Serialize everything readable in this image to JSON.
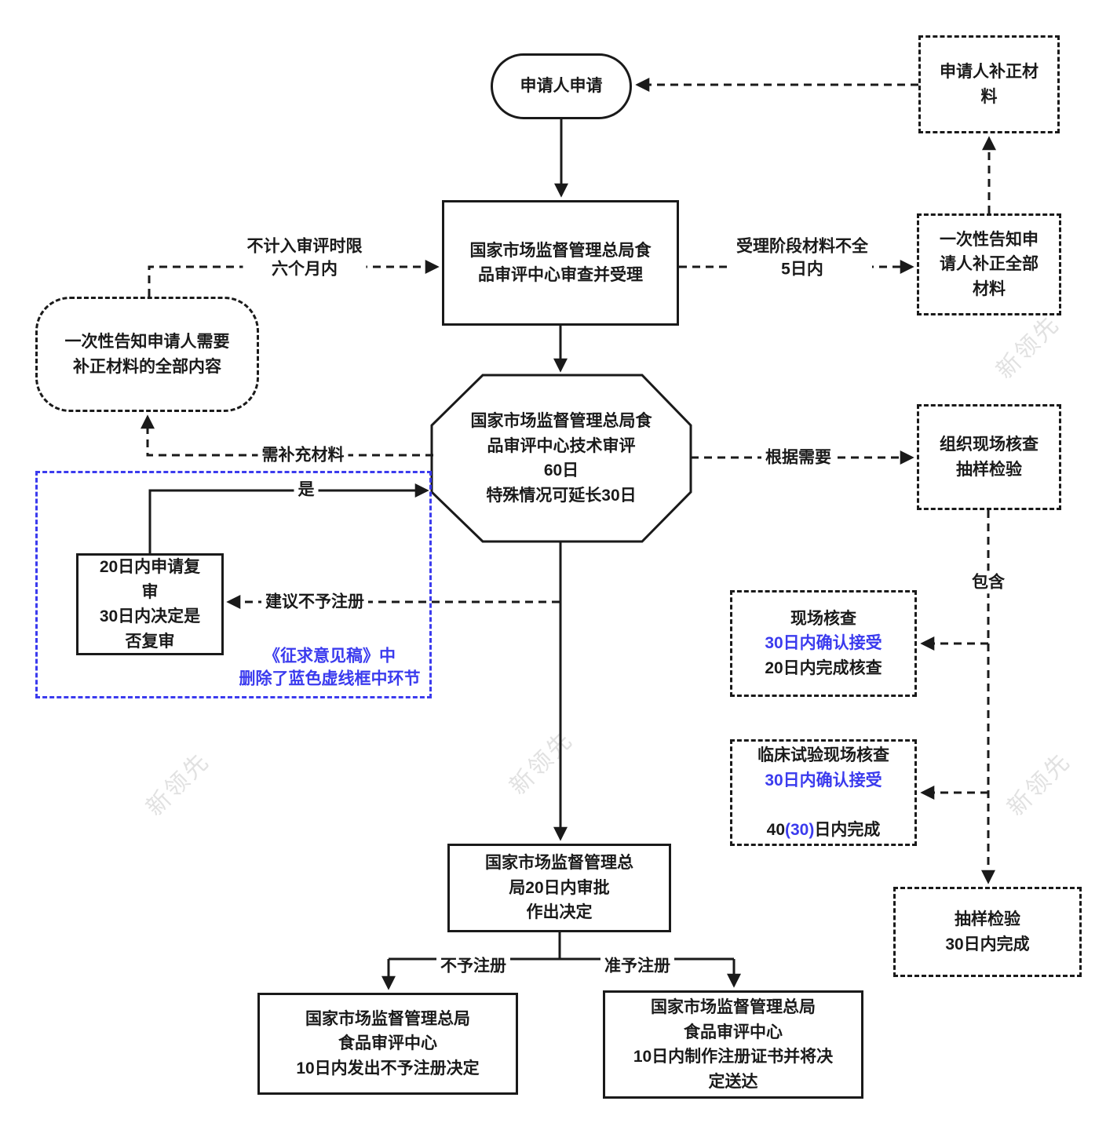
{
  "colors": {
    "line": "#1a1a1a",
    "blue": "#3b3bee"
  },
  "watermark": "新领先",
  "nodes": {
    "applicant": "申请人申请",
    "supplement": "申请人补正材\n料",
    "acceptance": "国家市场监督管理总局食\n品审评中心审查并受理",
    "notify_full": "一次性告知申\n请人补正全部\n材料",
    "notify_content": "一次性告知申请人需要\n补正材料的全部内容",
    "tech_review": "国家市场监督管理总局食\n品审评中心技术审评\n60日\n特殊情况可延长30日",
    "onsite_org": "组织现场核查\n抽样检验",
    "reexam": "20日内申请复\n审\n30日内决定是\n否复审",
    "approval": "国家市场监督管理总\n局20日内审批\n作出决定",
    "deny_decision": "国家市场监督管理总局\n食品审评中心\n10日内发出不予注册决定",
    "grant_decision": "国家市场监督管理总局\n食品审评中心\n10日内制作注册证书并将决\n定送达",
    "onsite_check": {
      "line1": "现场核查",
      "line2": "30日内确认接受",
      "line3": "20日内完成核查"
    },
    "clinical_check": {
      "line1": "临床试验现场核查",
      "line2": "30日内确认接受",
      "line3a": "40",
      "line3b": "(30)",
      "line3c": "日内完成"
    },
    "sampling": "抽样检验\n30日内完成"
  },
  "labels": {
    "incomplete": "受理阶段材料不全\n5日内",
    "not_counted": "不计入审评时限\n六个月内",
    "as_needed": "根据需要",
    "need_supplement": "需补充材料",
    "yes": "是",
    "suggest_deny": "建议不予注册",
    "include": "包含",
    "deny": "不予注册",
    "grant": "准予注册",
    "blue_note": "《征求意见稿》中\n删除了蓝色虚线框中环节"
  }
}
